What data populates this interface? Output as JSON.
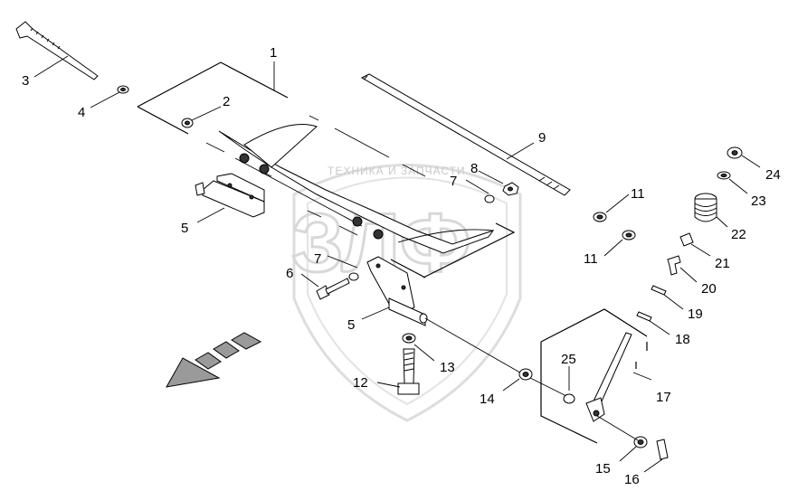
{
  "watermark": {
    "text": "ТЕХНИКА И ЗАПЧАСТИ",
    "logo_text": "ЗЛФ"
  },
  "callouts": [
    {
      "id": "c1",
      "label": "1"
    },
    {
      "id": "c2",
      "label": "2"
    },
    {
      "id": "c3",
      "label": "3"
    },
    {
      "id": "c4",
      "label": "4"
    },
    {
      "id": "c5a",
      "label": "5"
    },
    {
      "id": "c5b",
      "label": "5"
    },
    {
      "id": "c6",
      "label": "6"
    },
    {
      "id": "c7a",
      "label": "7"
    },
    {
      "id": "c7b",
      "label": "7"
    },
    {
      "id": "c8",
      "label": "8"
    },
    {
      "id": "c9",
      "label": "9"
    },
    {
      "id": "c11a",
      "label": "11"
    },
    {
      "id": "c11b",
      "label": "11"
    },
    {
      "id": "c12",
      "label": "12"
    },
    {
      "id": "c13",
      "label": "13"
    },
    {
      "id": "c14",
      "label": "14"
    },
    {
      "id": "c15",
      "label": "15"
    },
    {
      "id": "c16",
      "label": "16"
    },
    {
      "id": "c17",
      "label": "17"
    },
    {
      "id": "c18",
      "label": "18"
    },
    {
      "id": "c19",
      "label": "19"
    },
    {
      "id": "c20",
      "label": "20"
    },
    {
      "id": "c21",
      "label": "21"
    },
    {
      "id": "c22",
      "label": "22"
    },
    {
      "id": "c23",
      "label": "23"
    },
    {
      "id": "c24",
      "label": "24"
    },
    {
      "id": "c25",
      "label": "25"
    }
  ]
}
